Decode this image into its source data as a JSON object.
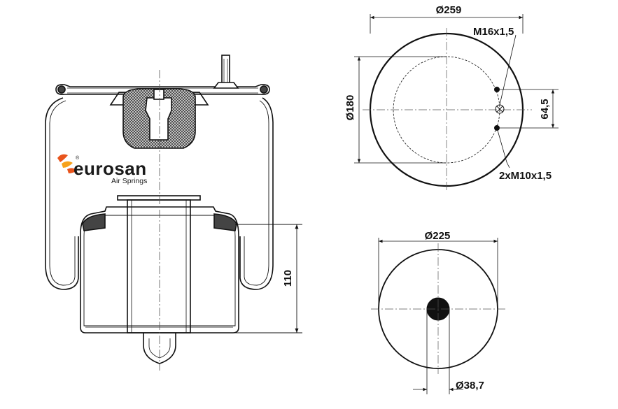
{
  "brand": {
    "name": "eurosan",
    "tagline": "Air Springs",
    "reg_mark": "®",
    "accent": "#e8541c",
    "accent2": "#f7a11a"
  },
  "top_view": {
    "outer_diameter": "Ø259",
    "inner_diameter": "Ø180",
    "thread_single": "M16x1,5",
    "thread_double": "2xM10x1,5",
    "bolt_spacing": "64,5"
  },
  "bottom_view": {
    "outer_diameter": "Ø225",
    "hole_diameter": "Ø38,7"
  },
  "side_view": {
    "piston_height": "110"
  },
  "colors": {
    "line": "#111111",
    "hatch": "#222222",
    "center": "#555555"
  }
}
